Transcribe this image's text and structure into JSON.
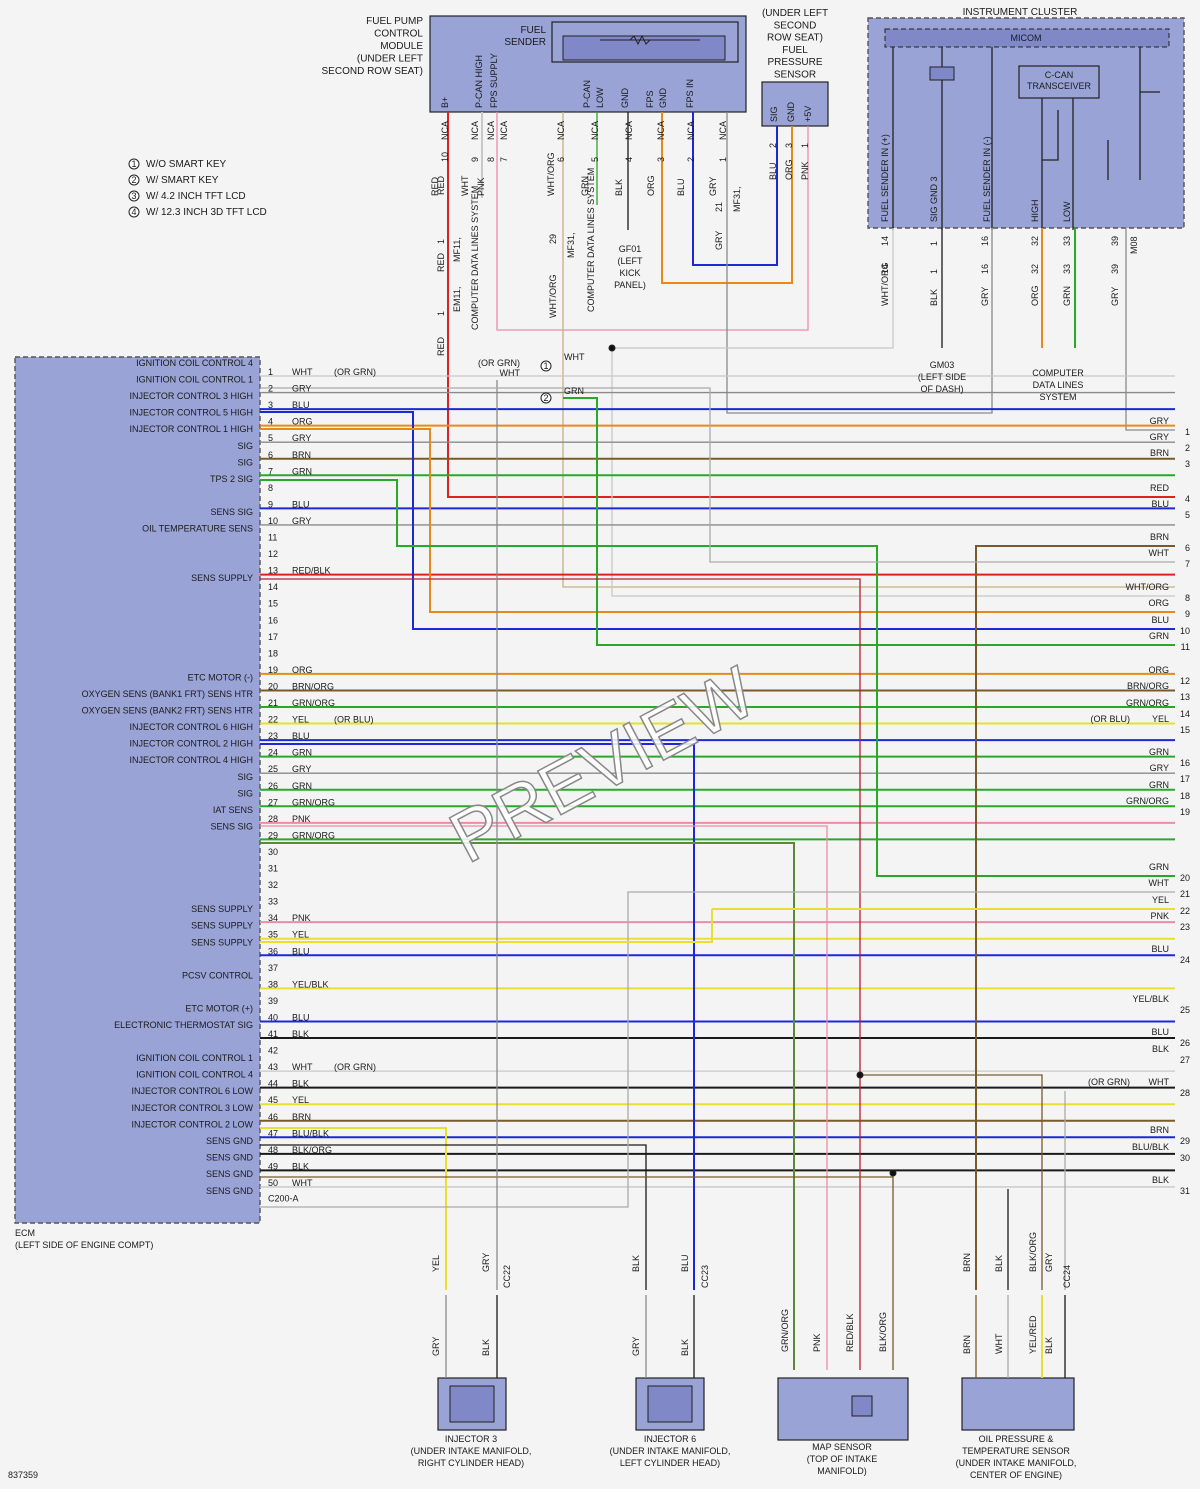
{
  "notes": [
    {
      "num": "1",
      "text": "W/O SMART KEY"
    },
    {
      "num": "2",
      "text": "W/ SMART KEY"
    },
    {
      "num": "3",
      "text": "W/ 4.2 INCH TFT LCD"
    },
    {
      "num": "4",
      "text": "W/ 12.3 INCH 3D TFT LCD"
    }
  ],
  "fuel_pump_module": {
    "title": [
      "FUEL PUMP",
      "CONTROL",
      "MODULE",
      "(UNDER LEFT",
      "SECOND ROW SEAT)"
    ],
    "sender": [
      "FUEL",
      "SENDER"
    ],
    "pins": [
      "B+",
      "P-CAN HIGH",
      "FPS SUPPLY",
      "P-CAN",
      "LOW",
      "GND",
      "FPS",
      "GND",
      "FPS IN"
    ]
  },
  "fuel_pressure_sensor": {
    "title": [
      "(UNDER LEFT",
      "SECOND",
      "ROW SEAT)",
      "FUEL",
      "PRESSURE",
      "SENSOR"
    ],
    "pins": [
      "SIG",
      "GND",
      "+5V"
    ]
  },
  "instrument_cluster": {
    "title": "INSTRUMENT CLUSTER",
    "micom": "MICOM",
    "transceiver": [
      "C-CAN",
      "TRANSCEIVER"
    ],
    "pins": [
      "FUEL SENDER IN (+)",
      "SIG GND 3",
      "FUEL SENDER IN (-)",
      "HIGH",
      "LOW"
    ]
  },
  "top_labels": {
    "nca": "NCA",
    "computer_data_lines": "COMPUTER DATA LINES SYSTEM",
    "gf01": [
      "GF01",
      "(LEFT",
      "KICK",
      "PANEL)"
    ],
    "gm03": [
      "GM03",
      "(LEFT SIDE",
      "OF DASH)"
    ],
    "cdl": [
      "COMPUTER",
      "DATA LINES",
      "SYSTEM"
    ],
    "em11": "EM11,",
    "mf11": "MF11,",
    "mf31": "MF31,",
    "m08": "M08",
    "or_grn": "(OR GRN)",
    "wht": "WHT",
    "grn": "GRN"
  },
  "ecm": {
    "pin_labels": [
      {
        "pin": "1",
        "label": "IGNITION COIL CONTROL 4",
        "wire": "WHT",
        "note": "(OR GRN)"
      },
      {
        "pin": "2",
        "label": "IGNITION COIL CONTROL 1",
        "wire": "GRY"
      },
      {
        "pin": "3",
        "label": "INJECTOR CONTROL 3 HIGH",
        "wire": "BLU"
      },
      {
        "pin": "4",
        "label": "INJECTOR CONTROL 5 HIGH",
        "wire": "ORG"
      },
      {
        "pin": "5",
        "label": "INJECTOR CONTROL 1 HIGH",
        "wire": "GRY"
      },
      {
        "pin": "6",
        "label": "SIG",
        "wire": "BRN"
      },
      {
        "pin": "7",
        "label": "SIG",
        "wire": "GRN"
      },
      {
        "pin": "8",
        "label": "TPS 2 SIG",
        "wire": ""
      },
      {
        "pin": "9",
        "label": "",
        "wire": "BLU"
      },
      {
        "pin": "10",
        "label": "SENS SIG",
        "wire": "GRY"
      },
      {
        "pin": "11",
        "label": "OIL TEMPERATURE SENS",
        "wire": ""
      },
      {
        "pin": "12",
        "label": "",
        "wire": ""
      },
      {
        "pin": "13",
        "label": "",
        "wire": "RED/BLK"
      },
      {
        "pin": "14",
        "label": "SENS SUPPLY",
        "wire": ""
      },
      {
        "pin": "15",
        "label": "",
        "wire": ""
      },
      {
        "pin": "16",
        "label": "",
        "wire": ""
      },
      {
        "pin": "17",
        "label": "",
        "wire": ""
      },
      {
        "pin": "18",
        "label": "",
        "wire": ""
      },
      {
        "pin": "19",
        "label": "",
        "wire": "ORG"
      },
      {
        "pin": "20",
        "label": "ETC MOTOR (-)",
        "wire": "BRN/ORG"
      },
      {
        "pin": "21",
        "label": "OXYGEN SENS (BANK1 FRT) SENS HTR",
        "wire": "GRN/ORG"
      },
      {
        "pin": "22",
        "label": "OXYGEN SENS (BANK2 FRT) SENS HTR",
        "wire": "YEL",
        "note": "(OR BLU)"
      },
      {
        "pin": "23",
        "label": "INJECTOR CONTROL 6 HIGH",
        "wire": "BLU"
      },
      {
        "pin": "24",
        "label": "INJECTOR CONTROL 2 HIGH",
        "wire": "GRN"
      },
      {
        "pin": "25",
        "label": "INJECTOR CONTROL 4 HIGH",
        "wire": "GRY"
      },
      {
        "pin": "26",
        "label": "SIG",
        "wire": "GRN"
      },
      {
        "pin": "27",
        "label": "SIG",
        "wire": "GRN/ORG"
      },
      {
        "pin": "28",
        "label": "IAT SENS",
        "wire": "PNK"
      },
      {
        "pin": "29",
        "label": "SENS SIG",
        "wire": "GRN/ORG"
      },
      {
        "pin": "30",
        "label": "",
        "wire": ""
      },
      {
        "pin": "31",
        "label": "",
        "wire": ""
      },
      {
        "pin": "32",
        "label": "",
        "wire": ""
      },
      {
        "pin": "33",
        "label": "",
        "wire": ""
      },
      {
        "pin": "34",
        "label": "SENS SUPPLY",
        "wire": "PNK"
      },
      {
        "pin": "35",
        "label": "SENS SUPPLY",
        "wire": "YEL"
      },
      {
        "pin": "36",
        "label": "SENS SUPPLY",
        "wire": "BLU"
      },
      {
        "pin": "37",
        "label": "",
        "wire": ""
      },
      {
        "pin": "38",
        "label": "PCSV CONTROL",
        "wire": "YEL/BLK"
      },
      {
        "pin": "39",
        "label": "",
        "wire": ""
      },
      {
        "pin": "40",
        "label": "ETC MOTOR (+)",
        "wire": "BLU"
      },
      {
        "pin": "41",
        "label": "ELECTRONIC THERMOSTAT SIG",
        "wire": "BLK"
      },
      {
        "pin": "42",
        "label": "",
        "wire": ""
      },
      {
        "pin": "43",
        "label": "IGNITION COIL CONTROL 1",
        "wire": "WHT",
        "note": "(OR GRN)"
      },
      {
        "pin": "44",
        "label": "IGNITION COIL CONTROL 4",
        "wire": "BLK"
      },
      {
        "pin": "45",
        "label": "INJECTOR CONTROL 6 LOW",
        "wire": "YEL"
      },
      {
        "pin": "46",
        "label": "INJECTOR CONTROL 3 LOW",
        "wire": "BRN"
      },
      {
        "pin": "47",
        "label": "INJECTOR CONTROL 2 LOW",
        "wire": "BLU/BLK"
      },
      {
        "pin": "48",
        "label": "SENS GND",
        "wire": "BLK/ORG"
      },
      {
        "pin": "49",
        "label": "SENS GND",
        "wire": "BLK"
      },
      {
        "pin": "50",
        "label": "SENS GND",
        "wire": "WHT"
      }
    ],
    "extra_label": "SENS GND",
    "connector": "C200-A",
    "name": [
      "ECM",
      "(LEFT SIDE OF ENGINE COMPT)"
    ]
  },
  "right_refs": [
    {
      "num": "1",
      "wire": "GRY"
    },
    {
      "num": "2",
      "wire": "GRY"
    },
    {
      "num": "3",
      "wire": "BRN"
    },
    {
      "num": "4",
      "wire": "RED"
    },
    {
      "num": "5",
      "wire": "BLU"
    },
    {
      "num": "6",
      "wire": "BRN"
    },
    {
      "num": "7",
      "wire": "WHT"
    },
    {
      "num": "8",
      "wire": "WHT/ORG"
    },
    {
      "num": "9",
      "wire": "ORG"
    },
    {
      "num": "10",
      "wire": "BLU"
    },
    {
      "num": "11",
      "wire": "GRN"
    },
    {
      "num": "12",
      "wire": "ORG"
    },
    {
      "num": "13",
      "wire": "BRN/ORG"
    },
    {
      "num": "14",
      "wire": "GRN/ORG"
    },
    {
      "num": "15",
      "wire": "YEL",
      "note": "(OR BLU)"
    },
    {
      "num": "16",
      "wire": "GRN"
    },
    {
      "num": "17",
      "wire": "GRY"
    },
    {
      "num": "18",
      "wire": "GRN"
    },
    {
      "num": "19",
      "wire": "GRN/ORG"
    },
    {
      "num": "20",
      "wire": "GRN"
    },
    {
      "num": "21",
      "wire": "WHT"
    },
    {
      "num": "22",
      "wire": "YEL"
    },
    {
      "num": "23",
      "wire": "PNK"
    },
    {
      "num": "24",
      "wire": "BLU"
    },
    {
      "num": "25",
      "wire": "YEL/BLK"
    },
    {
      "num": "26",
      "wire": "BLU"
    },
    {
      "num": "27",
      "wire": "BLK"
    },
    {
      "num": "28",
      "wire": "WHT",
      "note": "(OR GRN)"
    },
    {
      "num": "29",
      "wire": "BRN"
    },
    {
      "num": "30",
      "wire": "BLU/BLK"
    },
    {
      "num": "31",
      "wire": "BLK"
    }
  ],
  "components": {
    "injector3": [
      "INJECTOR 3",
      "(UNDER INTAKE MANIFOLD,",
      "RIGHT CYLINDER HEAD)"
    ],
    "injector6": [
      "INJECTOR 6",
      "(UNDER INTAKE MANIFOLD,",
      "LEFT CYLINDER HEAD)"
    ],
    "map": [
      "MAP SENSOR",
      "(TOP OF INTAKE",
      "MANIFOLD)"
    ],
    "oil": [
      "OIL PRESSURE &",
      "TEMPERATURE SENSOR",
      "(UNDER INTAKE MANIFOLD,",
      "CENTER OF ENGINE)"
    ]
  },
  "bottom_wires": {
    "cc22": "CC22",
    "cc23": "CC23",
    "cc24": "CC24",
    "inj3_top": [
      "YEL",
      "GRY"
    ],
    "inj3_bot": [
      "GRY",
      "BLK"
    ],
    "inj6_top": [
      "BLK",
      "BLU"
    ],
    "inj6_bot": [
      "GRY",
      "BLK"
    ],
    "map": [
      "GRN/ORG",
      "PNK",
      "RED/BLK",
      "BLK/ORG"
    ],
    "oil_top": [
      "BRN",
      "BLK",
      "BLK/ORG",
      "GRY"
    ],
    "oil_bot": [
      "BRN",
      "WHT",
      "YEL/RED",
      "BLK"
    ]
  },
  "watermark": "PREVIEW",
  "diagram_id": "837359",
  "colors": {
    "RED": "#e02020",
    "BLU": "#1e28d8",
    "ORG": "#e88a1a",
    "GRN": "#2aa82a",
    "GRY": "#8a8a8a",
    "BRN": "#7a5a2a",
    "WHT": "#c8c8c8",
    "PNK": "#f08aa8",
    "YEL": "#e8e030",
    "BLK": "#1a1a1a"
  }
}
